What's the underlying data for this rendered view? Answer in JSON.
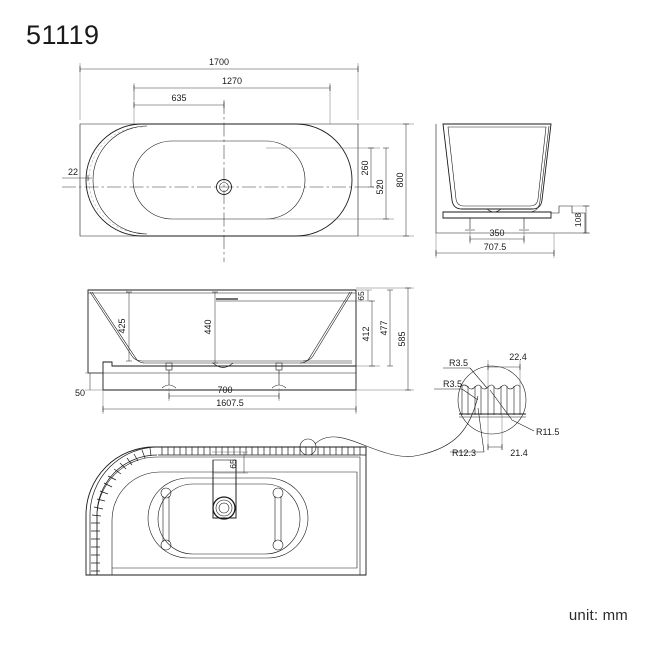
{
  "sheet": {
    "model_number": "51119",
    "unit_note": "unit: mm",
    "background_color": "#ffffff",
    "line_color": "#1a1a1a"
  },
  "views": {
    "plan": {
      "name": "top-plan-view",
      "dimensions": {
        "overall_length": "1700",
        "inner_length": "1270",
        "half_inner_length": "635",
        "wall_offset": "22",
        "inner_width": "260",
        "mid_width": "520",
        "overall_width": "800"
      }
    },
    "end_elevation": {
      "name": "right-end-elevation-view",
      "dimensions": {
        "foot_span": "350",
        "overall_width": "707.5",
        "skirt_height": "108"
      }
    },
    "front_elevation": {
      "name": "front-elevation-view",
      "dimensions": {
        "left_height": "425",
        "inner_depth": "440",
        "rim_thickness": "65",
        "body_height": "412",
        "upper_height": "477",
        "overall_height": "585",
        "plinth_height": "50",
        "foot_span": "700",
        "overall_length": "1607.5"
      }
    },
    "bottom": {
      "name": "bottom-underside-view",
      "dimensions": {
        "drain_offset": "65"
      }
    },
    "detail": {
      "name": "edge-profile-detail-view",
      "dimensions": {
        "radius_top": "R3.5",
        "radius_left": "R3.5",
        "pitch_upper": "22.4",
        "radius_right": "R11.5",
        "radius_bottom_left": "R12.3",
        "pitch_lower": "21.4"
      }
    }
  }
}
